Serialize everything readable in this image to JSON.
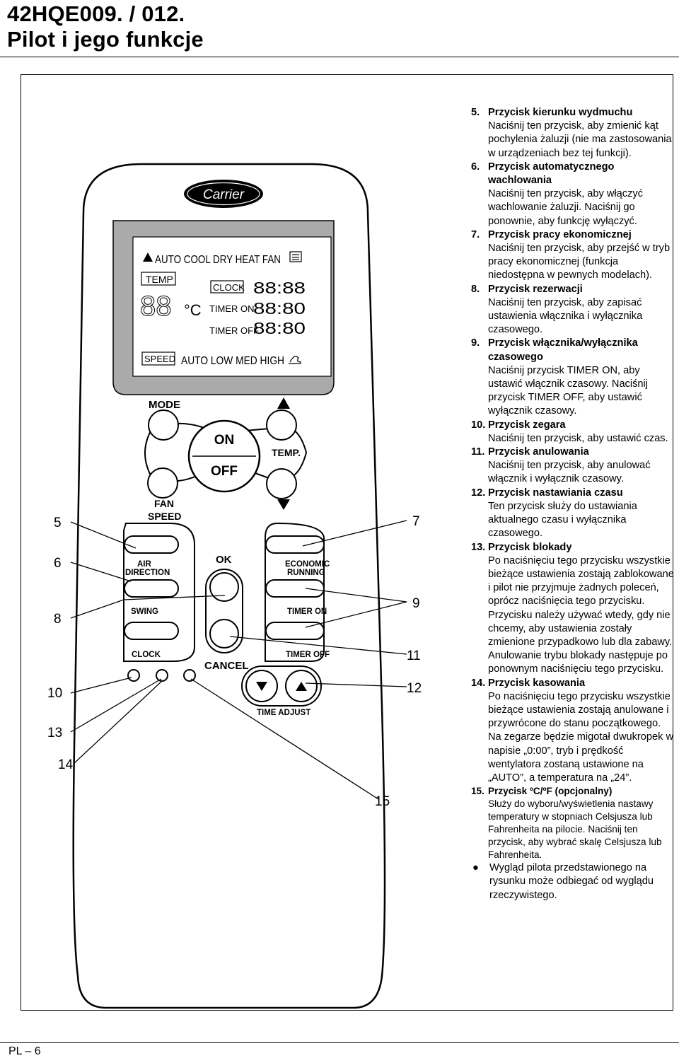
{
  "header": {
    "line1": "42HQE009. / 012.",
    "line2": "Pilot i jego funkcje"
  },
  "footer": {
    "page": "PL – 6"
  },
  "remote": {
    "brand": "Carrier",
    "lcd": {
      "modes": "AUTO COOL DRY HEAT FAN",
      "temp_label": "TEMP",
      "temp_digits": "88",
      "temp_unit": "°C",
      "clock_label": "CLOCK",
      "clock_digits": "88:88",
      "timer_on_label": "TIMER ON",
      "timer_on_digits": "88:80",
      "timer_off_label": "TIMER OFF",
      "timer_off_digits": "88:80",
      "speed_label": "SPEED",
      "speed_values": "AUTO LOW MED HIGH"
    },
    "buttons": {
      "mode": "MODE",
      "on": "ON",
      "off": "OFF",
      "temp": "TEMP.",
      "fan": "FAN",
      "speed": "SPEED",
      "air": "AIR",
      "direction": "DIRECTION",
      "swing": "SWING",
      "clock": "CLOCK",
      "ok": "OK",
      "cancel": "CANCEL",
      "economic": "ECONOMIC",
      "running": "RUNNING",
      "timer_on": "TIMER ON",
      "timer_off": "TIMER OFF",
      "time_adjust": "TIME ADJUST"
    },
    "callouts_left": [
      "5",
      "6",
      "8",
      "10",
      "13",
      "14"
    ],
    "callouts_right": [
      "7",
      "9",
      "11",
      "12",
      "15"
    ]
  },
  "items": [
    {
      "num": "5.",
      "title": "Przycisk kierunku wydmuchu",
      "body": "Naciśnij ten przycisk, aby zmienić kąt pochylenia żaluzji (nie ma zastosowania w urządzeniach bez tej funkcji)."
    },
    {
      "num": "6.",
      "title": "Przycisk automatycznego wachlowania",
      "body": "Naciśnij ten przycisk, aby włączyć wachlowanie żaluzji. Naciśnij go ponownie, aby funkcję wyłączyć."
    },
    {
      "num": "7.",
      "title": "Przycisk pracy ekonomicznej",
      "body": "Naciśnij ten przycisk, aby przejść w tryb pracy ekonomicznej (funkcja niedostępna w pewnych modelach)."
    },
    {
      "num": "8.",
      "title": "Przycisk rezerwacji",
      "body": "Naciśnij ten przycisk, aby zapisać ustawienia włącznika i wyłącznika czasowego."
    },
    {
      "num": "9.",
      "title": "Przycisk włącznika/wyłącznika czasowego",
      "body": "Naciśnij przycisk TIMER ON, aby ustawić włącznik czasowy. Naciśnij przycisk TIMER OFF, aby ustawić wyłącznik czasowy."
    },
    {
      "num": "10.",
      "title": "Przycisk zegara",
      "body": "Naciśnij ten przycisk, aby ustawić czas."
    },
    {
      "num": "11.",
      "title": "Przycisk anulowania",
      "body": "Naciśnij ten przycisk, aby anulować włącznik i wyłącznik czasowy."
    },
    {
      "num": "12.",
      "title": "Przycisk nastawiania czasu",
      "body": "Ten przycisk służy do ustawiania aktualnego czasu i wyłącznika czasowego."
    },
    {
      "num": "13.",
      "title": "Przycisk blokady",
      "body": "Po naciśnięciu tego przycisku wszystkie bieżące ustawienia zostają zablokowane i pilot nie przyjmuje żadnych poleceń, oprócz naciśnięcia tego przycisku. Przycisku należy używać wtedy, gdy nie chcemy, aby ustawienia zostały zmienione przypadkowo lub dla zabawy. Anulowanie trybu blokady następuje po ponownym naciśnięciu tego przycisku."
    },
    {
      "num": "14.",
      "title": "Przycisk kasowania",
      "body": "Po naciśnięciu tego przycisku wszystkie bieżące ustawienia zostają anulowane i przywrócone do stanu początkowego. Na zegarze będzie migotał dwukropek w napisie „0:00”, tryb i prędkość wentylatora zostaną ustawione na „AUTO”, a temperatura na „24”."
    },
    {
      "num": "15.",
      "title": "Przycisk ºC/ºF (opcjonalny)",
      "body": "Służy do wyboru/wyświetlenia nastawy temperatury w stopniach Celsjusza lub Fahrenheita na pilocie. Naciśnij ten przycisk, aby wybrać skalę Celsjusza lub Fahrenheita."
    }
  ],
  "note": "Wygląd pilota przedstawionego na rysunku może odbiegać od wyglądu rzeczywistego."
}
